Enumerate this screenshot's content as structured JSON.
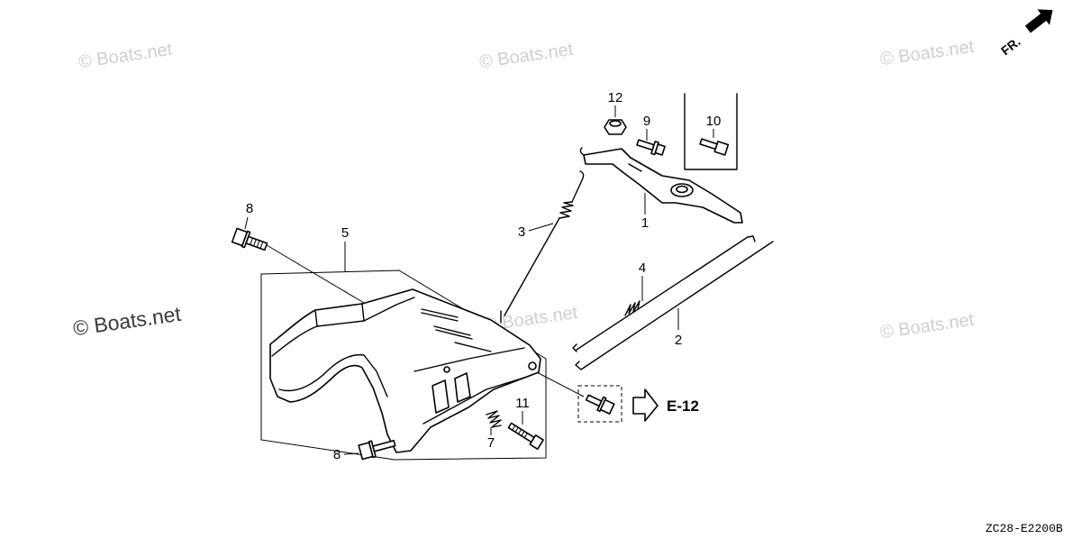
{
  "watermarks": [
    "© Boats.net",
    "© Boats.net",
    "© Boats.net",
    "© Boats.net",
    "© Boats.net",
    "© Boats.net"
  ],
  "callouts": {
    "part_1": "1",
    "part_2": "2",
    "part_3": "3",
    "part_4": "4",
    "part_5": "5",
    "part_7": "7",
    "part_8_top": "8",
    "part_8_bottom": "8",
    "part_9": "9",
    "part_10": "10",
    "part_11": "11",
    "part_12": "12"
  },
  "reference": {
    "label": "E-12"
  },
  "direction": {
    "label": "FR."
  },
  "diagram_code": "ZC28-E2200B",
  "colors": {
    "line": "#000000",
    "watermark": "#cfcfcf",
    "background": "#ffffff"
  }
}
